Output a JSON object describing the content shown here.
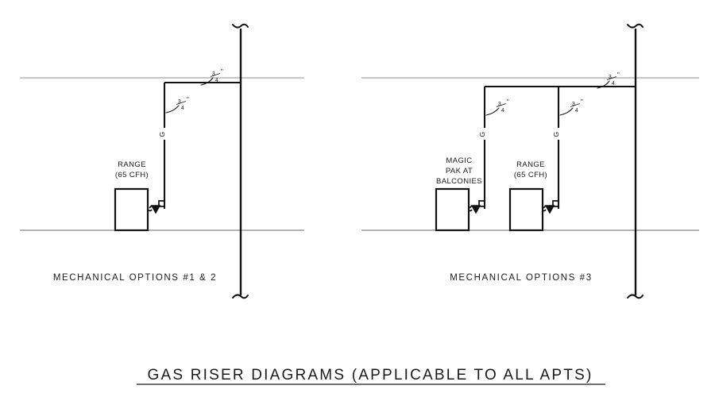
{
  "sheet": {
    "title": "GAS RISER DIAGRAMS (APPLICABLE TO ALL APTS)",
    "background_color": "#ffffff",
    "line_color": "#121212",
    "floor_line_color": "#b4b4b4"
  },
  "diagrams": [
    {
      "id": "mechanical-options-1-2",
      "caption": "MECHANICAL OPTIONS #1 & 2",
      "riser_size_label": "3/4\"",
      "riser_size_numerator": "3",
      "riser_size_denominator": "4",
      "riser_size_mark": "\"",
      "equipment": [
        {
          "id": "range",
          "name_lines": [
            "RANGE",
            "(65 CFH)"
          ],
          "capacity": "65 CFH",
          "branch_size_numerator": "3",
          "branch_size_denominator": "4",
          "branch_size_mark": "\"",
          "gas_marker": "G"
        }
      ]
    },
    {
      "id": "mechanical-options-3",
      "caption": "MECHANICAL OPTIONS #3",
      "riser_size_label": "3/4\"",
      "riser_size_numerator": "3",
      "riser_size_denominator": "4",
      "riser_size_mark": "\"",
      "equipment": [
        {
          "id": "magic-pak",
          "name_lines": [
            "MAGIC",
            "PAK AT",
            "BALCONIES"
          ],
          "capacity": "",
          "branch_size_numerator": "3",
          "branch_size_denominator": "4",
          "branch_size_mark": "\"",
          "gas_marker": "G"
        },
        {
          "id": "range",
          "name_lines": [
            "RANGE",
            "(65 CFH)"
          ],
          "capacity": "65 CFH",
          "branch_size_numerator": "3",
          "branch_size_denominator": "4",
          "branch_size_mark": "\"",
          "gas_marker": "G"
        }
      ]
    }
  ]
}
